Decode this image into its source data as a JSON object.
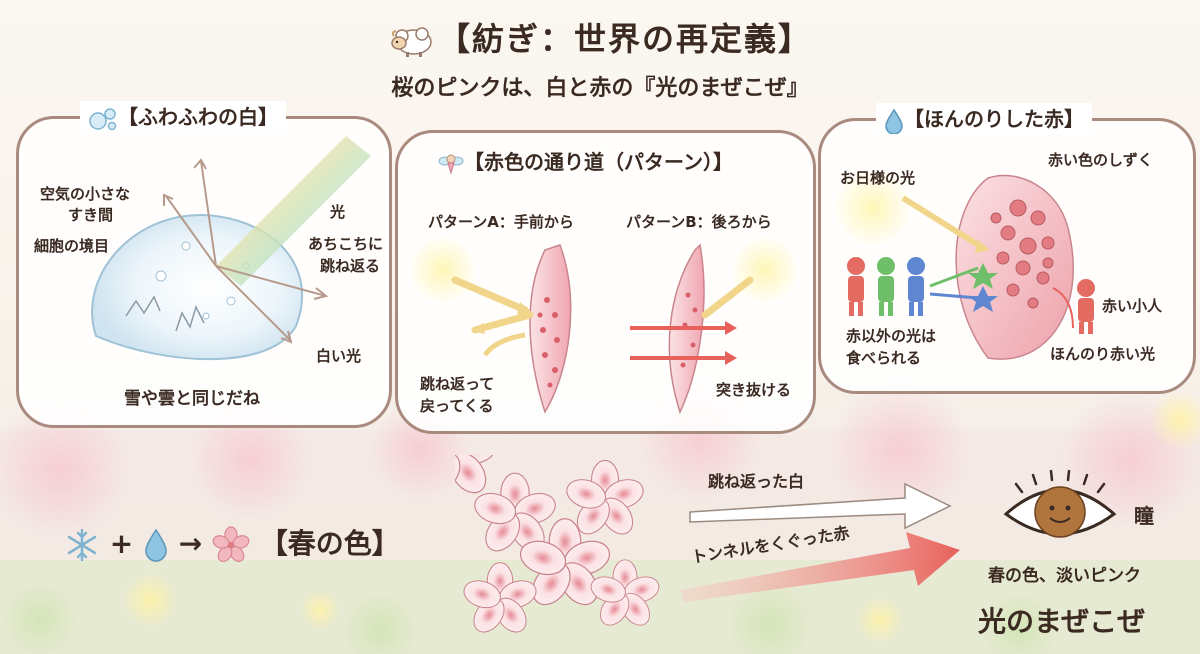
{
  "title": "【紡ぎ：世界の再定義】",
  "subtitle": "桜のピンクは、白と赤の『光のまぜこぜ』",
  "panels": {
    "white": {
      "title": "【ふわふわの白】",
      "labels": {
        "air": "空気の小さな",
        "gap": "すき間",
        "cell": "細胞の境目",
        "light": "光",
        "bounce1": "あちこちに",
        "bounce2": "跳ね返る",
        "white_light": "白い光",
        "snow": "雪や雲と同じだね"
      },
      "icon": "bubbles-icon"
    },
    "red_path": {
      "title": "【赤色の通り道（パターン）】",
      "pattern_a": "パターンA：手前から",
      "pattern_b": "パターンB：後ろから",
      "bounce_back1": "跳ね返って",
      "bounce_back2": "戻ってくる",
      "pass_through": "突き抜ける",
      "icon": "fairy-icon"
    },
    "red": {
      "title": "【ほんのりした赤】",
      "sun": "お日様の光",
      "drops": "赤い色のしずく",
      "eaten1": "赤以外の光は",
      "eaten2": "食べられる",
      "red_person": "赤い小人",
      "faint_red": "ほんのり赤い光",
      "icon": "water-drop-icon"
    }
  },
  "bottom": {
    "plus": "+",
    "arrow": "→",
    "spring_color": "【春の色】",
    "bounced_white": "跳ね返った白",
    "tunnel_red": "トンネルをくぐった赤",
    "pupil": "瞳",
    "pale_pink": "春の色、淡いピンク",
    "blend": "光のまぜこぜ"
  },
  "colors": {
    "panel_border": "#a98a7e",
    "petal_pink": "#f3b8bf",
    "red_arrow": "#e8615b",
    "yellow_arrow": "#f1d58a",
    "sun": "#fff3a8"
  }
}
